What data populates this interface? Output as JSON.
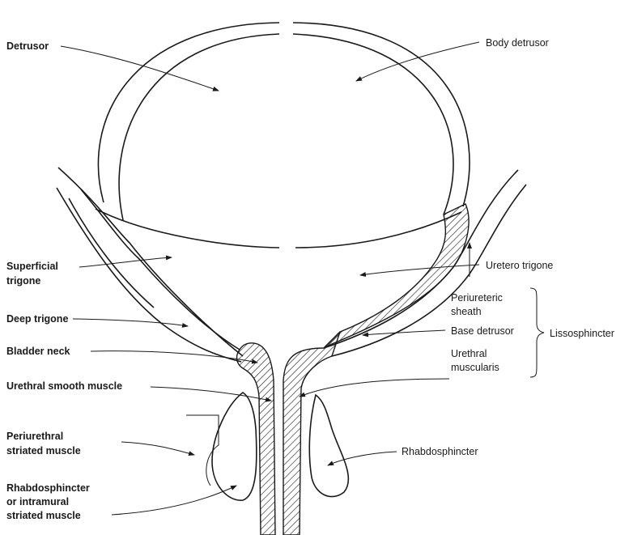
{
  "labels": {
    "detrusor": "Detrusor",
    "body_detrusor": "Body detrusor",
    "superficial_trigone_1": "Superficial",
    "superficial_trigone_2": "trigone",
    "uretero_trigone": "Uretero trigone",
    "periureteric_sheath_1": "Periureteric",
    "periureteric_sheath_2": "sheath",
    "deep_trigone": "Deep trigone",
    "base_detrusor": "Base detrusor",
    "lissosphincter": "Lissosphincter",
    "bladder_neck": "Bladder neck",
    "urethral_musc_1": "Urethral",
    "urethral_musc_2": "muscularis",
    "urethral_smooth_muscle": "Urethral smooth muscle",
    "periurethral_1": "Periurethral",
    "periurethral_2": "striated muscle",
    "rhabdosphincter": "Rhabdosphincter",
    "rhabdo_intramural_1": "Rhabdosphincter",
    "rhabdo_intramural_2": "or intramural",
    "rhabdo_intramural_3": "striated muscle"
  }
}
